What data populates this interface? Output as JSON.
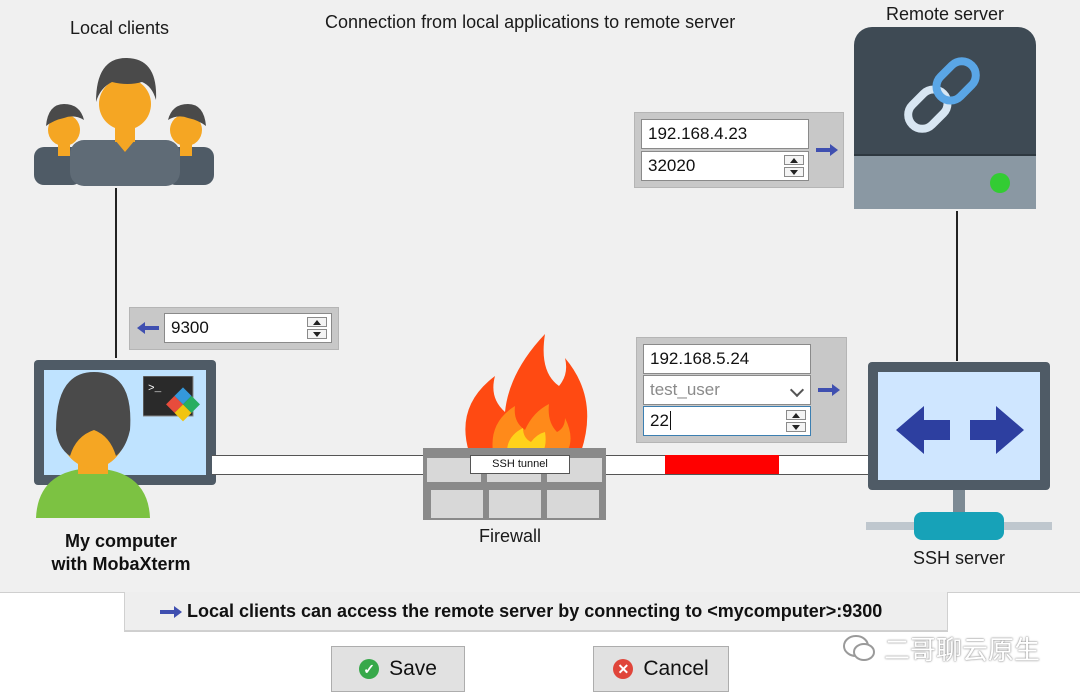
{
  "title": "Connection from local applications to remote server",
  "nodes": {
    "local_clients": "Local clients",
    "remote_server": "Remote server",
    "my_computer_line1": "My computer",
    "my_computer_line2": "with MobaXterm",
    "firewall": "Firewall",
    "ssh_server": "SSH server",
    "tunnel_label": "SSH tunnel"
  },
  "remote_panel": {
    "host": "192.168.4.23",
    "port": "32020"
  },
  "local_panel": {
    "port": "9300"
  },
  "ssh_panel": {
    "host": "192.168.5.24",
    "user": "test_user",
    "port": "22"
  },
  "status": {
    "text": "Local clients can access the remote server by connecting to <mycomputer>:9300"
  },
  "buttons": {
    "save": "Save",
    "cancel": "Cancel"
  },
  "watermark": "二哥聊云原生",
  "colors": {
    "accent_arrow": "#3f4fb0",
    "tunnel_red": "#ff0000",
    "save_icon": "#37a84a",
    "cancel_icon": "#e0453a"
  },
  "icons": [
    "users-icon",
    "server-link-icon",
    "computer-user-icon",
    "mobaxterm-icon",
    "firewall-icon",
    "ssh-server-icon",
    "arrow-right-icon",
    "arrow-left-icon",
    "check-icon",
    "close-icon",
    "wechat-icon"
  ]
}
